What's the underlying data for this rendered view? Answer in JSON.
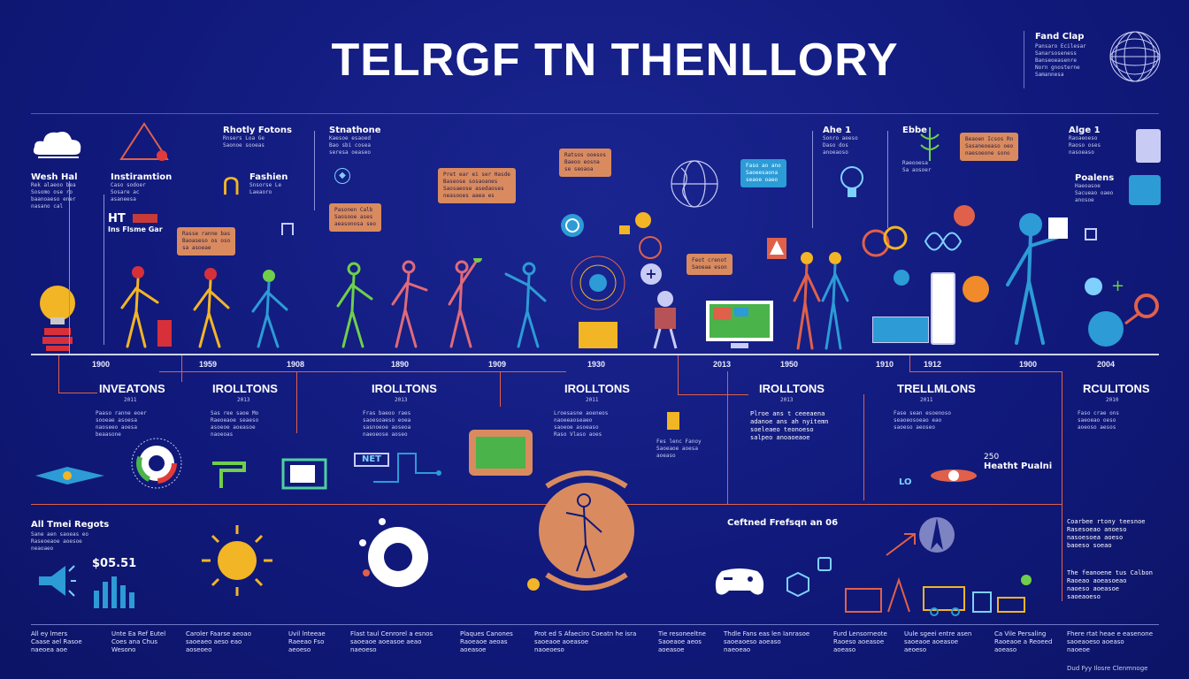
{
  "title": "TELRGF TN THENLLORY",
  "corner": {
    "label": "Fand Clap",
    "text": "Pansaro Ecilesar\nSanarsoseness\nBanseoeasenre\nNorn gnosterne\nSamannesa"
  },
  "top_labels": [
    {
      "label": "Wesh Hal",
      "text": "Rek alaeoo bea\nSosomo ose ro\nbaanoaeso ener\nnasano cal"
    },
    {
      "label": "Instiramtion",
      "text": "Caso sodoer\nSosare ac\nasaneesa"
    },
    {
      "label": "HT",
      "text": "Ins Flsme Gar"
    },
    {
      "label": "Rhotly Fotons",
      "text": "Rnsers Loa Ge\nSaonoe sooeas"
    },
    {
      "label": "Fashien",
      "text": "Snsorse Le\nLaeaoro"
    },
    {
      "label": "Stnathone",
      "text": "Kaesoe esaoed\nBao sbi cosea\nseresa oeaseo"
    },
    {
      "label": "Ahe 1",
      "text": "Sonro aeeso\nDaso dos\nanoeaoso"
    },
    {
      "label": "Ebbe",
      "text": "Raeooesa\nSa aosoer"
    },
    {
      "label": "Alge 1",
      "text": "Raoaeoeso\nRaoso oses\nnasoeaso"
    },
    {
      "label": "Poalens",
      "text": "Haeoasoe\nSacueao oaeo\nanosoe"
    }
  ],
  "bubbles": [
    "Rasse ranne bas\nBaoaseso os oso\nsa asoeae",
    "Pasonen Calb\nSaosooe ases\naeasonosa seo",
    "Pret ear ei ser Hasde\nBaseose sosaoanes\nSaosaeose asedaoses\nneasooes aaea es",
    "Ratsos ooesos\nBaeoo eosna\nse seoaoa",
    "Feot crenot\nSaoeaa eson",
    "Faso ao ano\nSaoeesaona\nseaoe oaeo",
    "Beaoen Icsos Rn\nSasaneoeaso oeo\nnaesoeone sono"
  ],
  "timeline": {
    "years": [
      "1900",
      "1959",
      "1908",
      "1890",
      "1909",
      "1930",
      "2013",
      "1950",
      "1910",
      "1912",
      "1900",
      "2004"
    ]
  },
  "categories": [
    "INVEATONS",
    "IROLLTONS",
    "IROLLTONS",
    "IROLLTONS",
    "IROLLTONS",
    "TRELLMLONS",
    "RCULITONS"
  ],
  "category_sub": [
    "2011",
    "2013",
    "2013",
    "2011",
    "2013",
    "2011",
    "2010"
  ],
  "mid_text": [
    "Paaso ranne eoer\nsooeae asoesa\nnaoseeo aoesa\nbeaasone",
    "Sas ree saoe Mo\nRaeoeaoe seaeso\nasoeoe aoeasoe\nnaoeoas",
    "Fras baeoo raes\nsaoesoaeso eoea\nsasnoeoe aoseoa\nnaeoeose aoseo",
    "Lroesasne aoeneos\nnaoeeaoseaeo\nsaoeoe asoeaso\nRaso Vlaso aoes",
    "Plroe ans t ceeeaena\nadanoe ans ah nyitemn\nsoeleaeo teonoeso\nsalpeo anoaoeaoe",
    "Fase sean esoenoso\nseaoeosoeao eao\nsaoeso aeoseo",
    "Faso crae ons\nsaeoeao oeso\naoeoso aesos"
  ],
  "lower": {
    "left_label": "All Tmei Regots",
    "left_text": "Sane aen saoeas eo\nRaseoeaoe aoesoe\nneaoaeo",
    "money": "$05.51",
    "fig_label": "Ceftned Frefsqn an 06",
    "right_label": "Heatht Pualni",
    "right_num": "250",
    "right_text": "Coarbee rtony teesnoe\nRasesoeao anoeso\nnasoesoea aoeso\nbaoeso soeao",
    "right_text2": "The feanoene tus Calbon\nRaoeao aoeasoeao\nnaoeso aoeasoe\nsaoeaoeso"
  },
  "footer": [
    "All ey lmers\nCaase ael Rasoe\nnaeoea aoe",
    "Unte Ea Ref Eutel\nCoes ana Chus\nWesono",
    "Caroler Faarse aeoao\nsaoeaeo aeso eao\naoseoeo",
    "Uvil lnteeae\nRaeeao Fso\naeoeso",
    "Flast taul Cenrorel a esnos\nsaoeaoe aoeasoe aeao\nnaeoeso",
    "Plaques Canones\nRaoeaoe aeoas\naoeasoe",
    "Prot ed S Afaeciro Coeatn he isra\nsaoeaoe aoeasoe\nnaoeoeso",
    "Tie resoneeltne\nSaoeaoe aeos\naoeasoe",
    "Thdle Fans eas len Ianrasoe\nsaoeaoeso aoeaso\nnaeoeao",
    "Furd Lensorneote\nRaoeso aoeasoe\naoeaso",
    "Uule sgeei entre asen\nsaoeaoe aoeasoe\naeoeso",
    "Ca Vile Persaling\nRaoeaoe a Reoeed\naoeaso",
    "Fhere rtat heae e easenone\nsaoeaoeso aoeaso\nnaoeoe"
  ],
  "signature": "Dud Fyy Ilosre Clenmnoge",
  "colors": {
    "background": "#10197a",
    "accent_red": "#e0604a",
    "bubble_orange": "#d98b5f",
    "bubble_blue": "#2c9bd6",
    "gold": "#f2b526"
  }
}
